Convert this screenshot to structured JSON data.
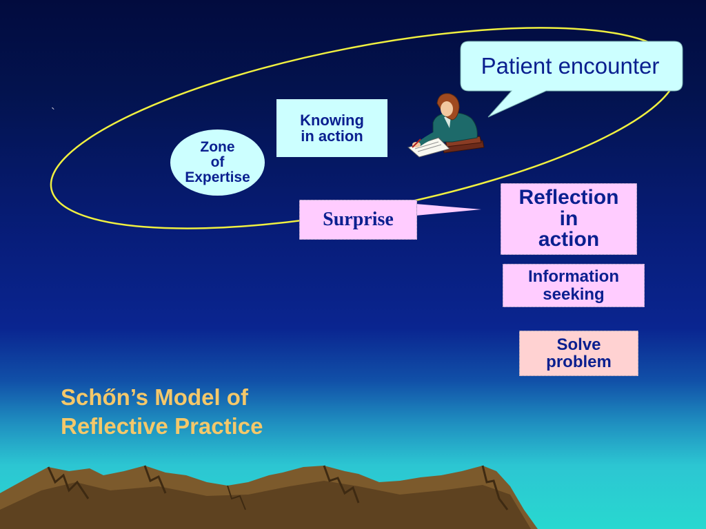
{
  "diagram": {
    "callout": "Patient encounter",
    "knowing": "Knowing\nin action",
    "zone": "Zone\nof\nExpertise",
    "surprise": "Surprise",
    "reflection": "Reflection\nin\naction",
    "information": "Information\nseeking",
    "solve": "Solve\nproblem",
    "title": "Schőn’s Model of\nReflective Practice",
    "stray_mark": "`"
  },
  "colors": {
    "ellipse": "#f0f040",
    "cyan_box": "#ccffff",
    "pink_box": "#ffccff",
    "solve_box": "#ffd2d2",
    "box_text": "#0a1f8f",
    "title": "#f4c86a"
  }
}
